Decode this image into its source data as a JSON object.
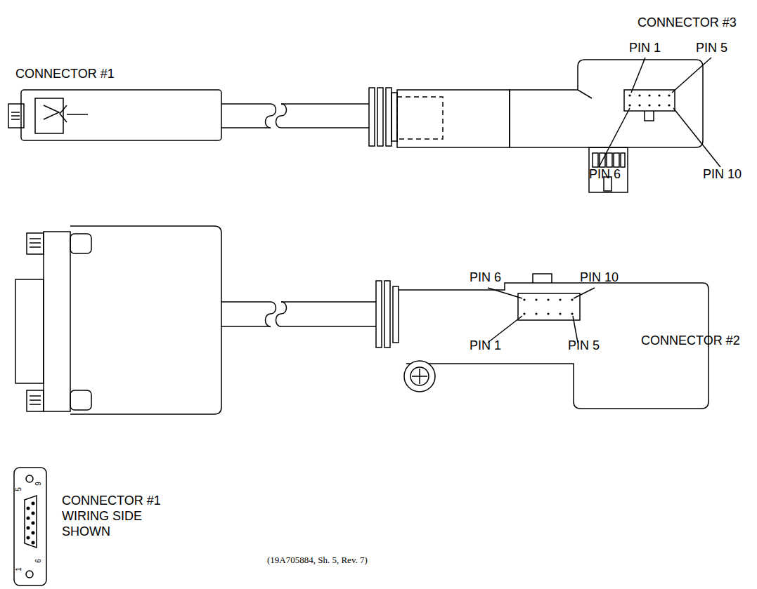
{
  "diagram": {
    "caption": "(19A705884, Sh. 5, Rev. 7)",
    "labels": [
      "CONNECTOR #3",
      "PIN 1",
      "PIN 5",
      "CONNECTOR #1",
      "PIN 6",
      "PIN 10",
      "CONNECTOR #2",
      "PIN 6",
      "PIN 10",
      "PIN 1",
      "PIN 5",
      "CONNECTOR #1 WIRING SIDE SHOWN",
      "9",
      "5",
      "6",
      "1"
    ]
  }
}
